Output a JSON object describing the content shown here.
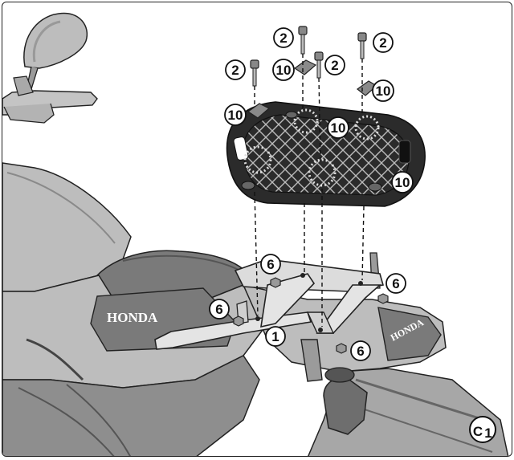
{
  "brand": {
    "side_panel": "HONDA",
    "rear_panel": "HONDA"
  },
  "parts": {
    "rack": "1",
    "screw": "2",
    "bolt": "6",
    "clip": "10"
  },
  "step_marker": {
    "letter": "C",
    "number": "1"
  },
  "colors": {
    "body_gray": "#bdbdbd",
    "dark_gray": "#7a7a7a",
    "plate_black": "#2b2b2b",
    "rack_light": "#e4e4e4",
    "outline": "#222222"
  }
}
